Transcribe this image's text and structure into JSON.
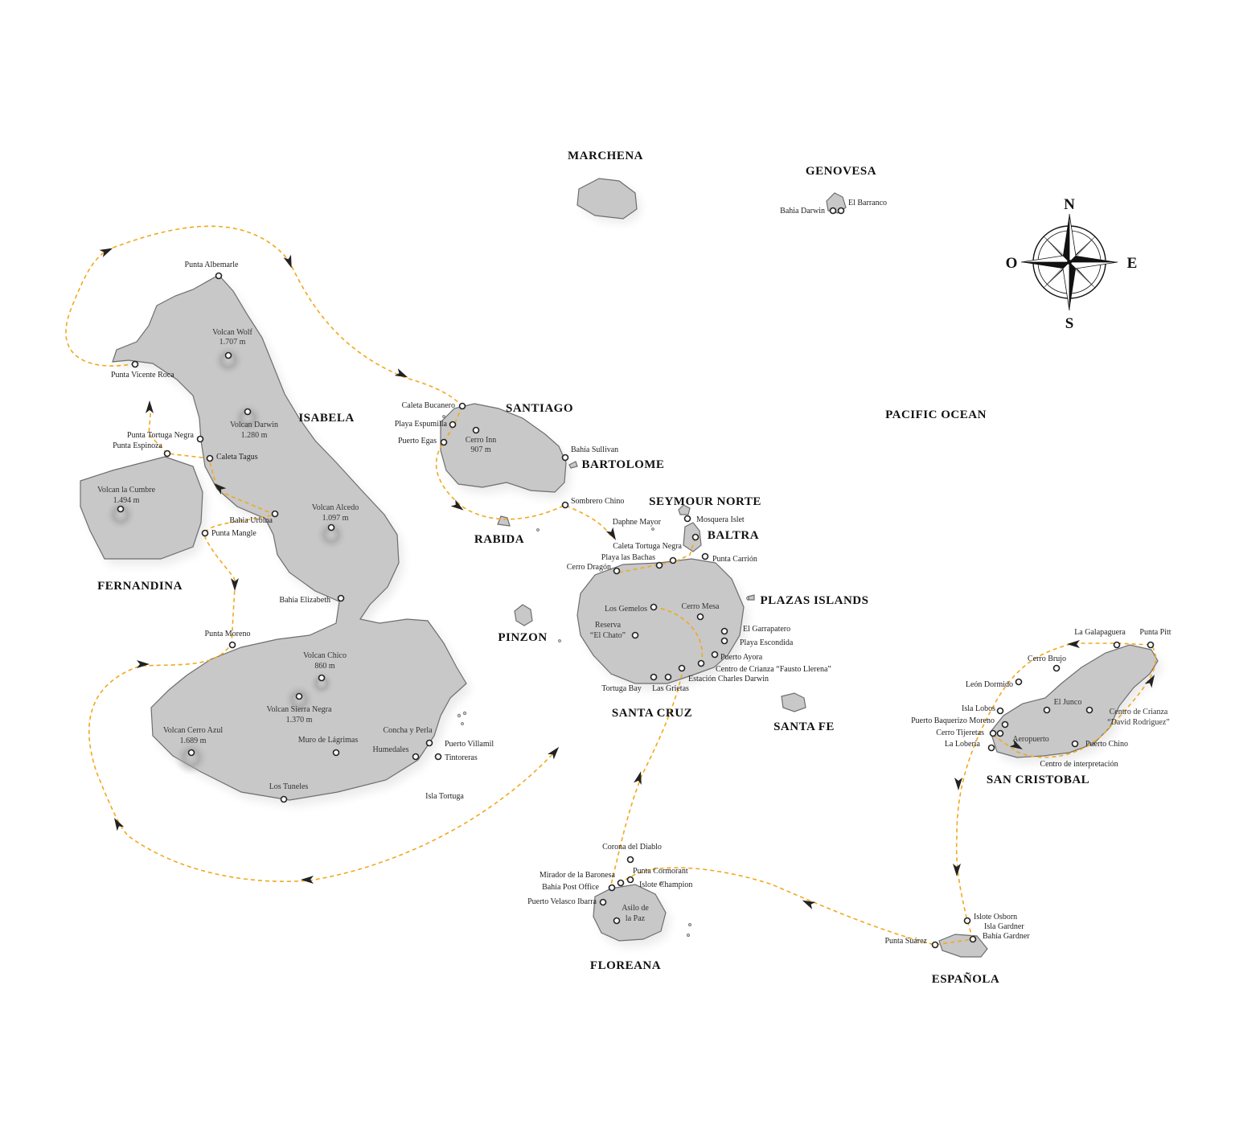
{
  "colors": {
    "land": "#c8c8c8",
    "coast": "#6e6e6e",
    "route": "#f2a81d",
    "arrow": "#222222",
    "background": "#ffffff"
  },
  "ocean": {
    "name": "PACIFIC OCEAN"
  },
  "compass": {
    "n": "N",
    "s": "S",
    "e": "E",
    "w": "O"
  },
  "islands": {
    "marchena": "MARCHENA",
    "genovesa": "GENOVESA",
    "isabela": "ISABELA",
    "santiago": "SANTIAGO",
    "bartolome": "BARTOLOME",
    "fernandina": "FERNANDINA",
    "rabida": "RABIDA",
    "seymour_norte": "SEYMOUR NORTE",
    "baltra": "BALTRA",
    "plazas": "PLAZAS ISLANDS",
    "pinzon": "PINZON",
    "santa_cruz": "SANTA CRUZ",
    "santa_fe": "SANTA FE",
    "san_cristobal": "SAN CRISTOBAL",
    "floreana": "FLOREANA",
    "espanola": "ESPAÑOLA"
  },
  "places": {
    "bahia_darwin": "Bahia Darwin",
    "el_barranco": "El Barranco",
    "punta_albemarle": "Punta Albemarle",
    "volcan_wolf": "Volcan Wolf",
    "volcan_wolf_h": "1.707 m",
    "punta_vicente_roca": "Punta Vicente Roca",
    "volcan_darwin": "Volcan Darwin",
    "volcan_darwin_h": "1.280 m",
    "punta_tortuga_negra": "Punta Tortuga Negra",
    "punta_espinoza": "Punta Espinoza",
    "caleta_tagus": "Caleta Tagus",
    "volcan_la_cumbre": "Volcan la Cumbre",
    "volcan_la_cumbre_h": "1.494 m",
    "volcan_alcedo": "Volcan Alcedo",
    "volcan_alcedo_h": "1.097 m",
    "bahia_urbina": "Bahia Urbina",
    "punta_mangle": "Punta Mangle",
    "bahia_elizabeth": "Bahia Elizabeth",
    "punta_moreno": "Punta Moreno",
    "volcan_chico": "Volcan Chico",
    "volcan_chico_h": "860 m",
    "volcan_sierra_negra": "Volcan Sierra Negra",
    "volcan_sierra_negra_h": "1.370 m",
    "volcan_cerro_azul": "Volcan Cerro Azul",
    "volcan_cerro_azul_h": "1.689 m",
    "muro_de_lagrimas": "Muro de Lágrimas",
    "concha_y_perla": "Concha y Perla",
    "humedales": "Humedales",
    "puerto_villamil": "Puerto Villamil",
    "tintoreras": "Tintoreras",
    "los_tuneles": "Los Tuneles",
    "isla_tortuga": "Isla Tortuga",
    "caleta_bucanero": "Caleta Bucanero",
    "playa_espumilla": "Playa Espumilla",
    "puerto_egas": "Puerto Egas",
    "cerro_inn": "Cerro Inn",
    "cerro_inn_h": "907 m",
    "bahia_sullivan": "Bahía Sullivan",
    "sombrero_chino": "Sombrero Chino",
    "daphne_mayor": "Daphne Mayor",
    "mosquera_islet": "Mosquera Islet",
    "caleta_tortuga_negra": "Caleta Tortuga Negra",
    "playa_las_bachas": "Playa las Bachas",
    "cerro_dragon": "Cerro Dragón",
    "punta_carrion": "Punta Carrión",
    "los_gemelos": "Los Gemelos",
    "cerro_mesa": "Cerro Mesa",
    "reserva": "Reserva",
    "el_chato": "“El Chato”",
    "el_garrapatero": "El Garrapatero",
    "playa_escondida": "Playa Escondida",
    "puerto_ayora": "Puerto Ayora",
    "centro_crianza_fausto": "Centro de Crianza “Fausto Llerena”",
    "estacion_charles_darwin": "Estación Charles Darwin",
    "tortuga_bay": "Tortuga Bay",
    "las_grietas": "Las Grietas",
    "la_galapaguera": "La Galapaguera",
    "punta_pitt": "Punta Pitt",
    "cerro_brujo": "Cerro Brujo",
    "leon_dormido": "León Dormido",
    "el_junco": "El Junco",
    "isla_lobos": "Isla Lobos",
    "puerto_baquerizo_moreno": "Puerto Baquerizo Moreno",
    "cerro_tijeretas": "Cerro Tijeretas",
    "la_loberia": "La Lobería",
    "aeropuerto": "Aeropuerto",
    "centro_crianza_david": "Centro de Crianza",
    "centro_crianza_david_2": "“David Rodriguez”",
    "puerto_chino": "Puerto Chino",
    "centro_interpretacion": "Centro de interpretación",
    "corona_del_diablo": "Corona del Diablo",
    "mirador_baronesa": "Mirador de la Baronesa",
    "punta_cormorant": "Punta Cormorant",
    "bahia_post_office": "Bahía Post Office",
    "islote_champion": "Islote Champion",
    "puerto_velasco_ibarra": "Puerto Velasco Ibarra",
    "asilo_de": "Asilo de",
    "la_paz": "la Paz",
    "islote_osborn": "Islote Osborn",
    "isla_gardner": "Isla Gardner",
    "bahia_gardner": "Bahía Gardner",
    "punta_suarez": "Punta Suárez"
  }
}
